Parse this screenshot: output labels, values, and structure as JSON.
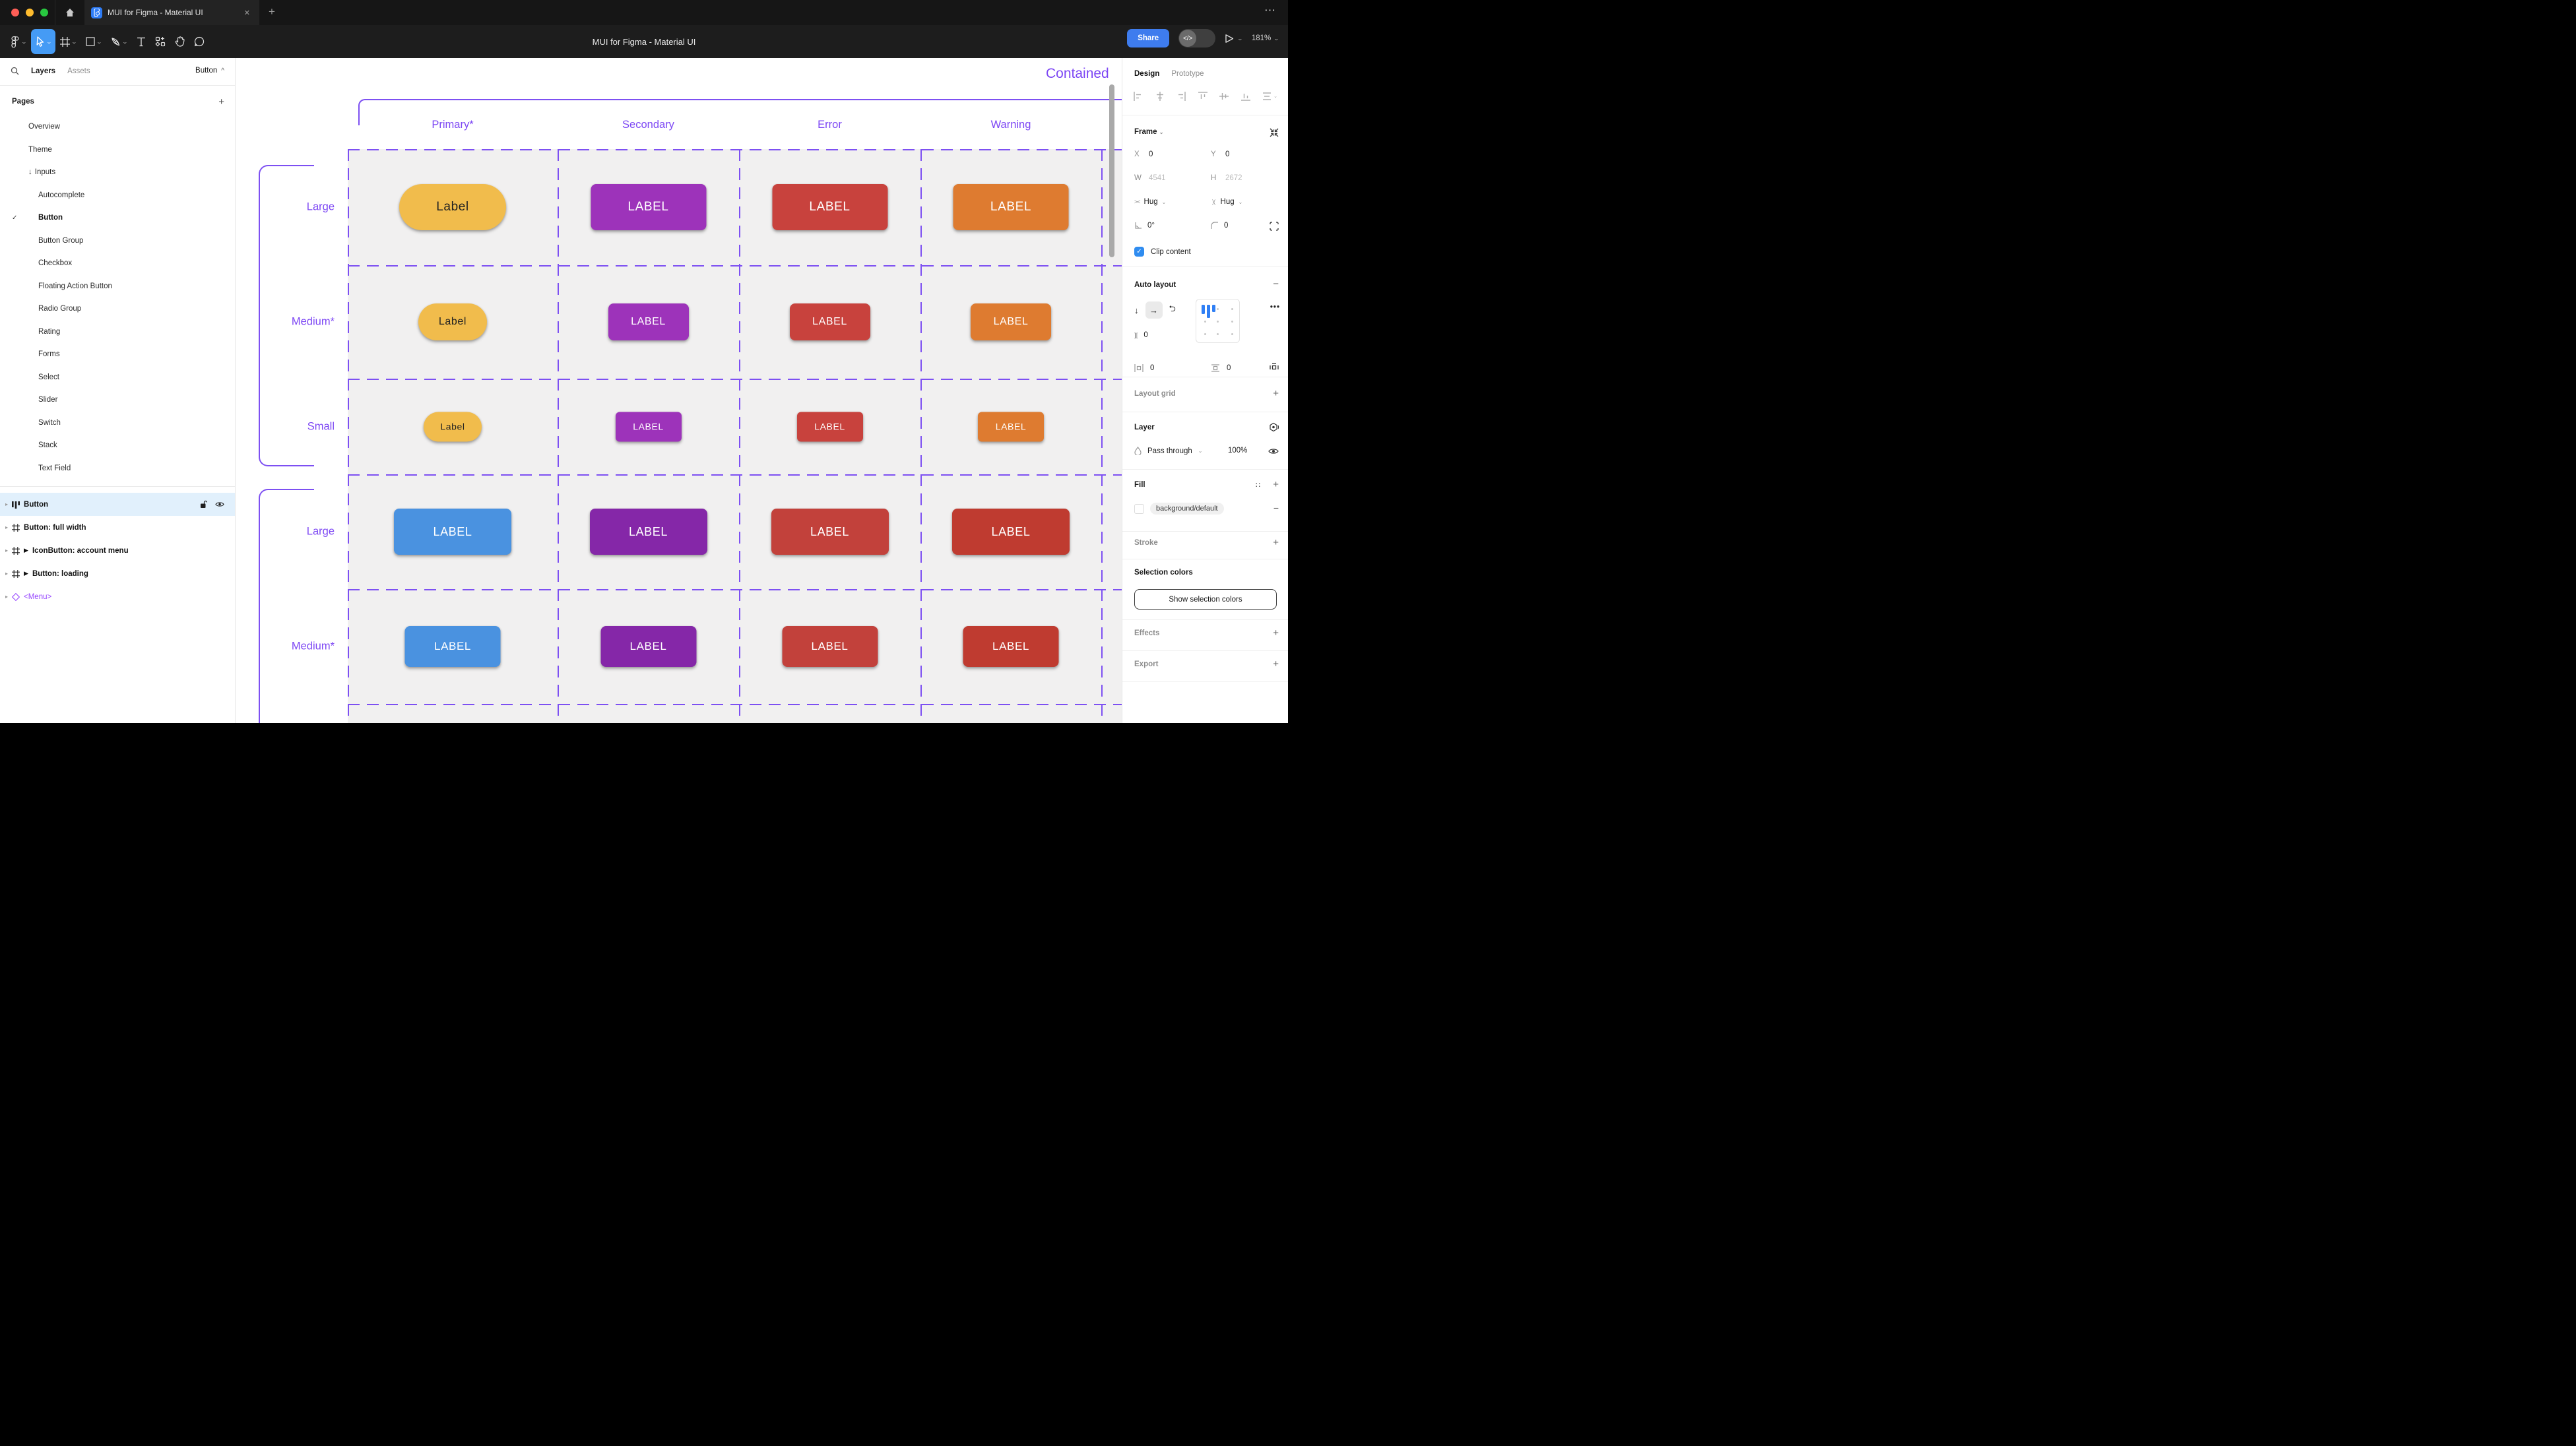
{
  "window": {
    "tab_title": "MUI for Figma - Material UI",
    "doc_title": "MUI for Figma - Material UI",
    "close_glyph": "✕",
    "new_tab_glyph": "+",
    "more_glyph": "⋯"
  },
  "toolbar": {
    "share_label": "Share",
    "dev_toggle_glyph": "</>",
    "zoom_level": "181%",
    "tools": [
      "main-menu",
      "move-tool",
      "frame-tool",
      "shape-tool",
      "pen-tool",
      "text-tool",
      "actions-tool",
      "hand-tool",
      "comment-tool"
    ]
  },
  "sidebar": {
    "tabs": {
      "layers": "Layers",
      "assets": "Assets"
    },
    "page_selector": "Button",
    "pages_header": "Pages",
    "pages": [
      {
        "label": "Overview",
        "indent": 1
      },
      {
        "label": "Theme",
        "indent": 1
      },
      {
        "label": "Inputs",
        "indent": 1,
        "arrow": "↓"
      },
      {
        "label": "Autocomplete",
        "indent": 2
      },
      {
        "label": "Button",
        "indent": 2,
        "checked": true,
        "bold": true
      },
      {
        "label": "Button Group",
        "indent": 2
      },
      {
        "label": "Checkbox",
        "indent": 2
      },
      {
        "label": "Floating Action Button",
        "indent": 2
      },
      {
        "label": "Radio Group",
        "indent": 2
      },
      {
        "label": "Rating",
        "indent": 2
      },
      {
        "label": "Forms",
        "indent": 2
      },
      {
        "label": "Select",
        "indent": 2
      },
      {
        "label": "Slider",
        "indent": 2
      },
      {
        "label": "Switch",
        "indent": 2
      },
      {
        "label": "Stack",
        "indent": 2
      },
      {
        "label": "Text Field",
        "indent": 2
      }
    ],
    "layers": [
      {
        "label": "Button",
        "icon": "auto-layout",
        "selected": true,
        "bold": true,
        "trailing": [
          "unlock",
          "eye"
        ]
      },
      {
        "label": "Button: full width",
        "icon": "frame",
        "bold": true
      },
      {
        "label": "IconButton: account menu",
        "icon": "frame",
        "expand": true,
        "bold": true
      },
      {
        "label": "Button: loading",
        "icon": "frame",
        "expand": true,
        "bold": true
      },
      {
        "label": "<Menu>",
        "icon": "instance",
        "instance": true
      }
    ]
  },
  "canvas": {
    "section_title": "Contained",
    "annotation_color": "#7D50F2",
    "column_headers": [
      "Primary*",
      "Secondary",
      "Error",
      "Warning"
    ],
    "rows": [
      {
        "size": "Large",
        "buttons": [
          {
            "label": "Label",
            "bg": "#F1BC4C",
            "fg": "#212121"
          },
          {
            "label": "LABEL",
            "bg": "#9D33BA",
            "fg": "#FFFFFF"
          },
          {
            "label": "LABEL",
            "bg": "#C8423D",
            "fg": "#FFFFFF"
          },
          {
            "label": "LABEL",
            "bg": "#DE7B30",
            "fg": "#FFFFFF"
          }
        ]
      },
      {
        "size": "Medium*",
        "buttons": [
          {
            "label": "Label",
            "bg": "#F1BC4C",
            "fg": "#212121"
          },
          {
            "label": "LABEL",
            "bg": "#9D33BA",
            "fg": "#FFFFFF"
          },
          {
            "label": "LABEL",
            "bg": "#C8423D",
            "fg": "#FFFFFF"
          },
          {
            "label": "LABEL",
            "bg": "#DE7B30",
            "fg": "#FFFFFF"
          }
        ]
      },
      {
        "size": "Small",
        "buttons": [
          {
            "label": "Label",
            "bg": "#F1BC4C",
            "fg": "#212121"
          },
          {
            "label": "LABEL",
            "bg": "#9D33BA",
            "fg": "#FFFFFF"
          },
          {
            "label": "LABEL",
            "bg": "#C8423D",
            "fg": "#FFFFFF"
          },
          {
            "label": "LABEL",
            "bg": "#DE7B30",
            "fg": "#FFFFFF"
          }
        ]
      },
      {
        "size": "Large",
        "buttons": [
          {
            "label": "LABEL",
            "bg": "#4A92E0",
            "fg": "#FFFFFF"
          },
          {
            "label": "LABEL",
            "bg": "#8527A8",
            "fg": "#FFFFFF"
          },
          {
            "label": "LABEL",
            "bg": "#C2413B",
            "fg": "#FFFFFF"
          },
          {
            "label": "LABEL",
            "bg": "#BF3B30",
            "fg": "#FFFFFF"
          }
        ]
      },
      {
        "size": "Medium*",
        "buttons": [
          {
            "label": "LABEL",
            "bg": "#4A92E0",
            "fg": "#FFFFFF"
          },
          {
            "label": "LABEL",
            "bg": "#8527A8",
            "fg": "#FFFFFF"
          },
          {
            "label": "LABEL",
            "bg": "#C2413B",
            "fg": "#FFFFFF"
          },
          {
            "label": "LABEL",
            "bg": "#BF3B30",
            "fg": "#FFFFFF"
          }
        ]
      }
    ]
  },
  "inspector": {
    "tabs": {
      "design": "Design",
      "prototype": "Prototype"
    },
    "frame": {
      "title": "Frame",
      "x_label": "X",
      "x": "0",
      "y_label": "Y",
      "y": "0",
      "w_label": "W",
      "w": "4541",
      "h_label": "H",
      "h": "2672",
      "hug_h": "Hug",
      "hug_v": "Hug",
      "rotation": "0°",
      "corner_radius": "0",
      "clip_label": "Clip content"
    },
    "auto_layout": {
      "title": "Auto layout",
      "gap": "0",
      "padding_h": "0",
      "padding_v": "0"
    },
    "layout_grid": {
      "title": "Layout grid"
    },
    "layer": {
      "title": "Layer",
      "blend_mode": "Pass through",
      "opacity": "100%"
    },
    "fill": {
      "title": "Fill",
      "token": "background/default"
    },
    "stroke": {
      "title": "Stroke"
    },
    "selection_colors": {
      "title": "Selection colors",
      "button_label": "Show selection colors"
    },
    "effects": {
      "title": "Effects"
    },
    "export": {
      "title": "Export"
    }
  }
}
